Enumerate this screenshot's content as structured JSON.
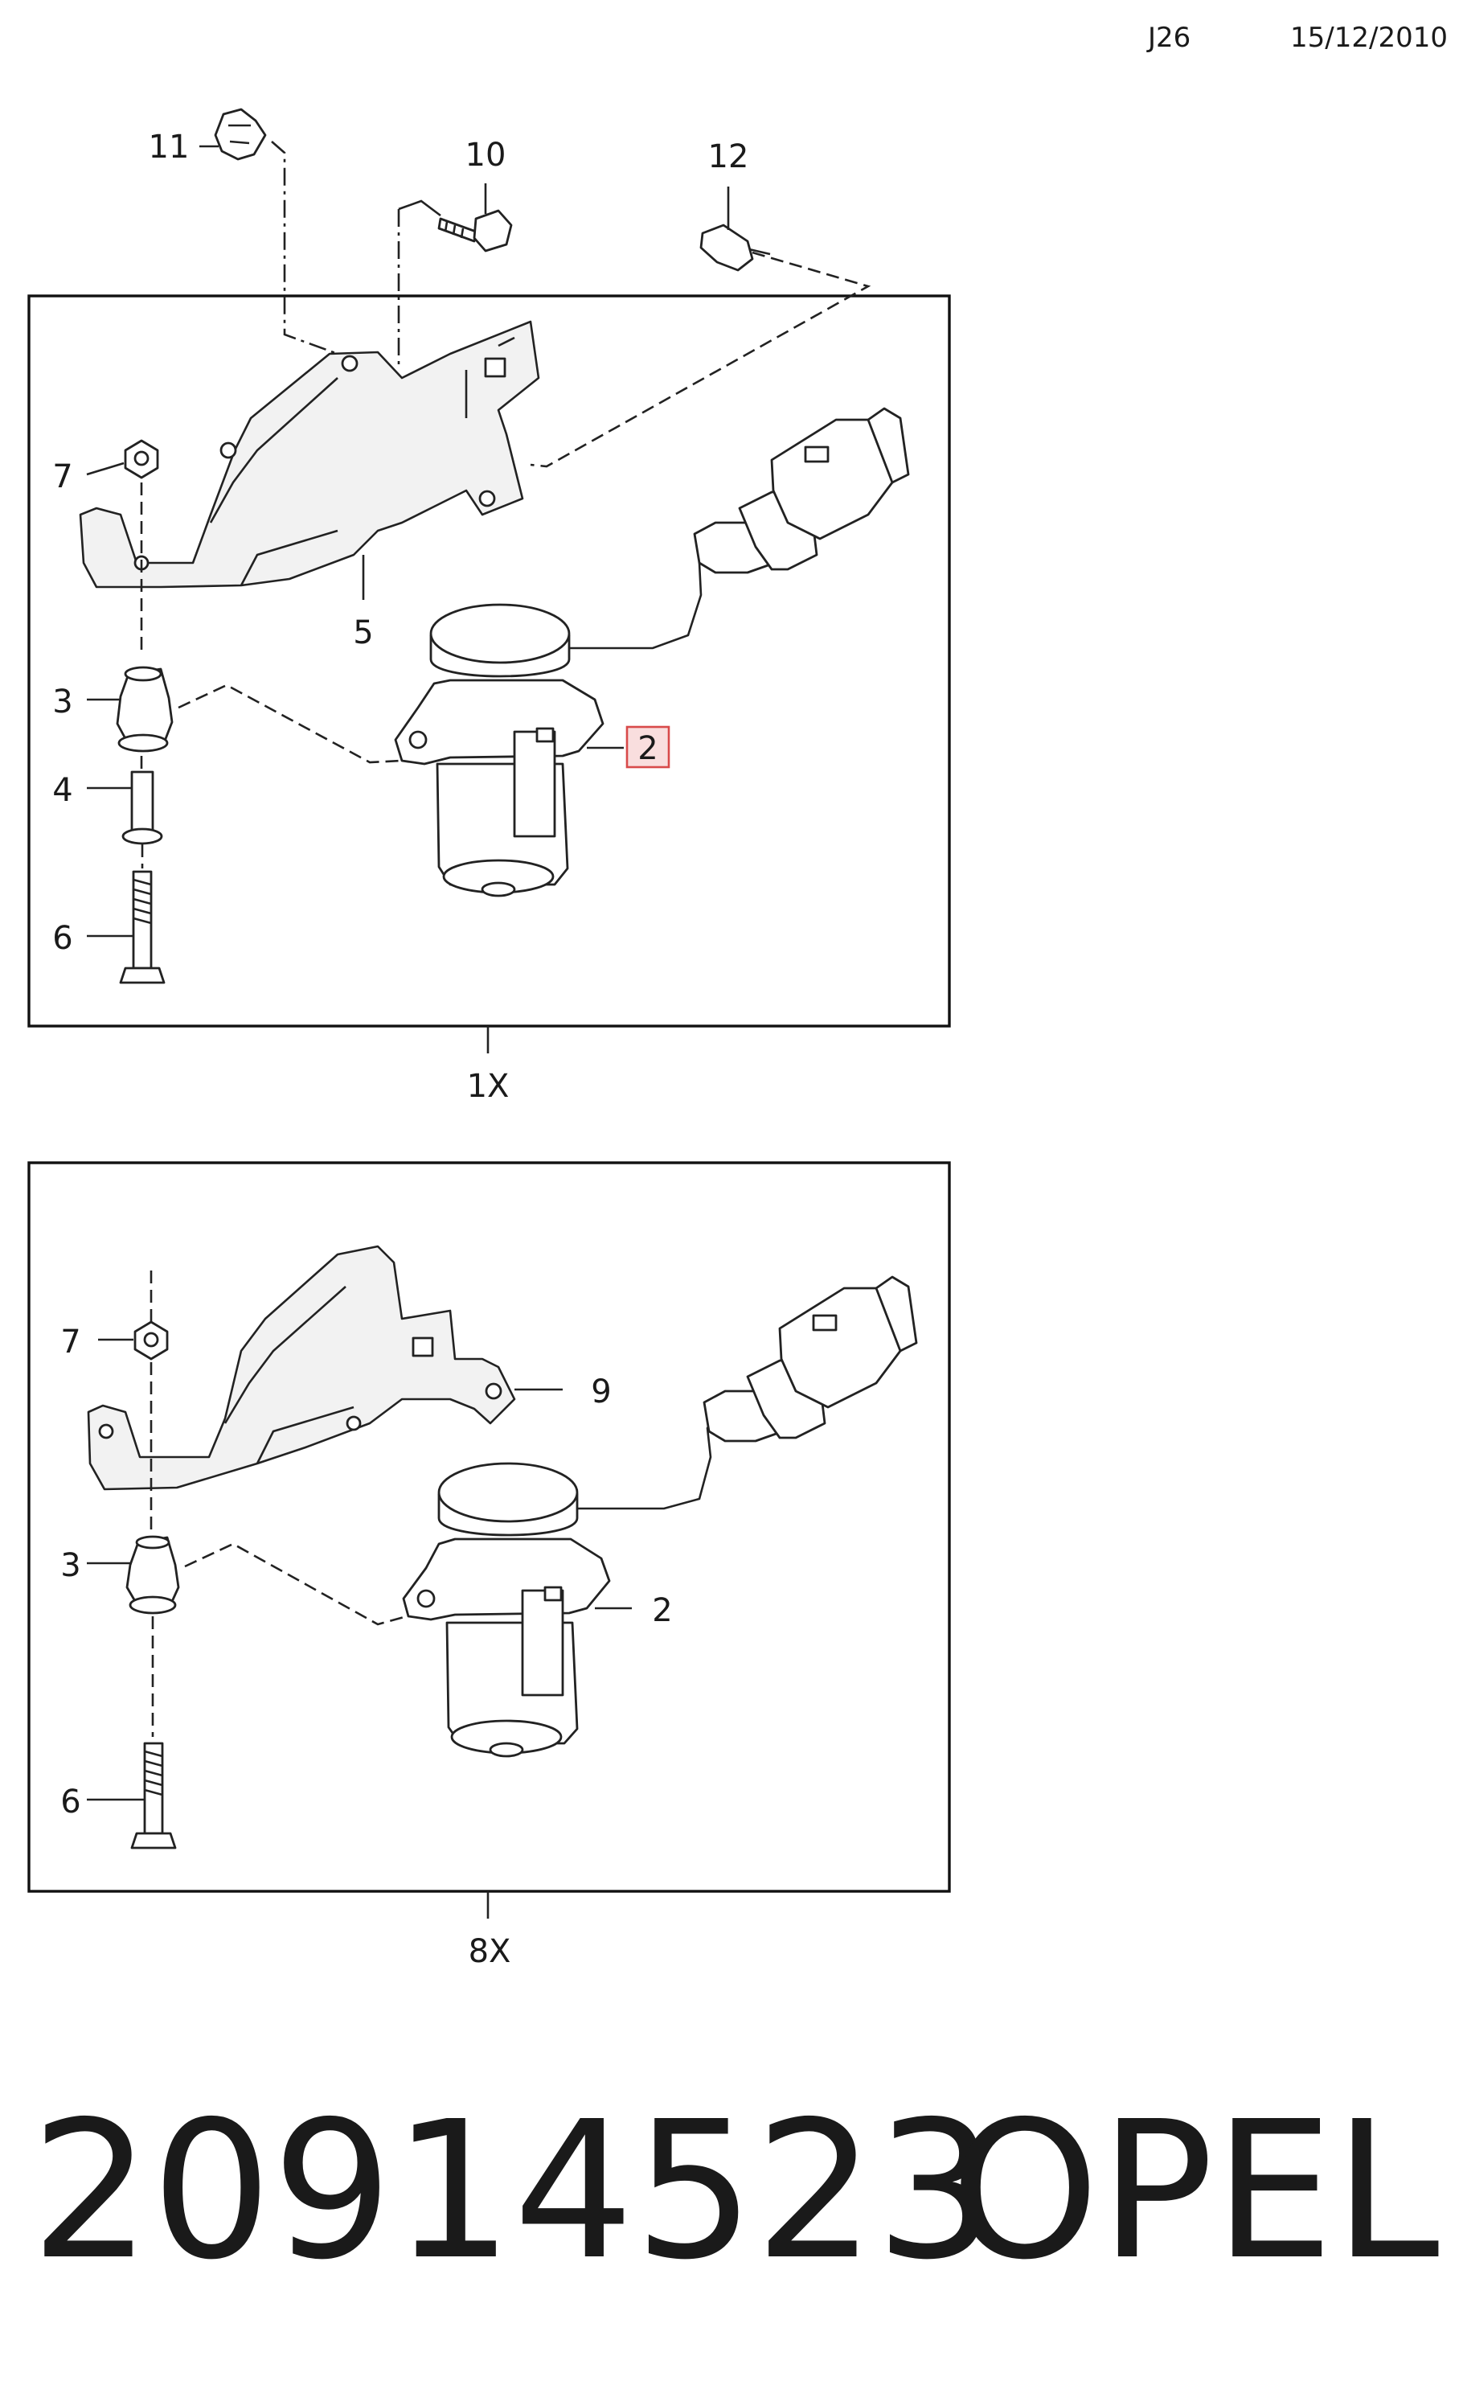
{
  "header": {
    "code": "J26",
    "date": "15/12/2010"
  },
  "panel_top": {
    "quantity": "1X",
    "callouts": [
      "11",
      "10",
      "12",
      "7",
      "5",
      "3",
      "4",
      "6",
      "2"
    ],
    "highlighted_callout": "2"
  },
  "panel_bottom": {
    "quantity": "8X",
    "callouts": [
      "7",
      "9",
      "3",
      "2",
      "6"
    ]
  },
  "footer": {
    "part_number": "20914523",
    "brand": "OPEL"
  },
  "colors": {
    "highlight_fill": "#f9dede",
    "highlight_stroke": "#d84a4a",
    "line": "#222222"
  },
  "icons": [
    "bracket",
    "vacuum-pump",
    "connector",
    "bolt",
    "nut",
    "rubber-mount",
    "sleeve",
    "clip"
  ]
}
